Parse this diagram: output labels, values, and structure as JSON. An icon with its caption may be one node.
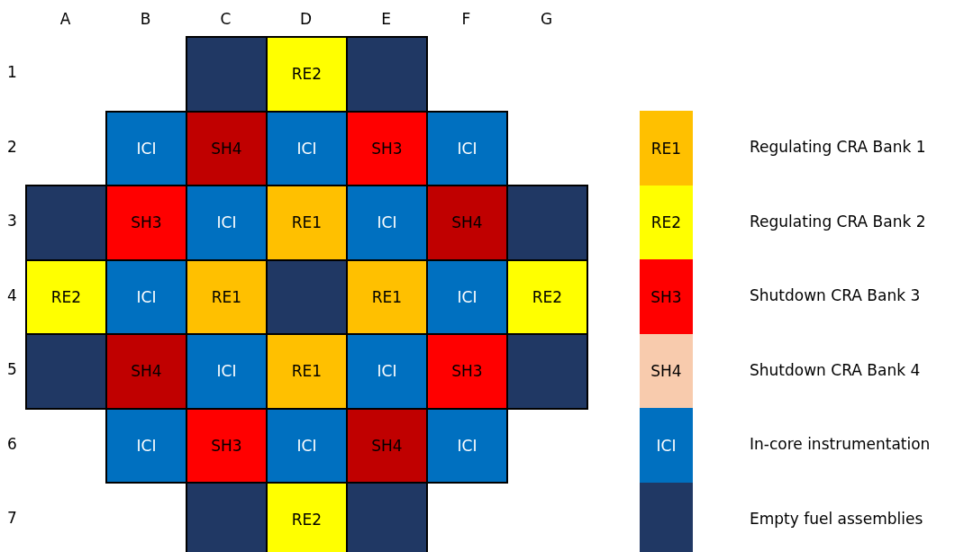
{
  "diagram": {
    "nodes": [
      {
        "text": [],
        "shape": "box"
      },
      {
        "text": [
          "RE2"
        ]
      },
      {
        "text": [],
        "shape": "box"
      },
      {
        "text": [
          "ICI"
        ]
      },
      {
        "text": [
          "SH4"
        ]
      },
      {
        "text": [
          "ICI"
        ]
      },
      {
        "text": [
          "SH3"
        ]
      },
      {
        "text": [
          "ICI"
        ]
      },
      {
        "text": [],
        "shape": "box"
      },
      {
        "text": [
          "SH3"
        ]
      },
      {
        "text": [
          "ICI"
        ]
      },
      {
        "text": [
          "RE1"
        ]
      },
      {
        "text": [
          "ICI"
        ]
      },
      {
        "text": [
          "SH4"
        ]
      },
      {
        "text": [],
        "shape": "box"
      },
      {
        "text": [
          "RE2"
        ]
      },
      {
        "text": [
          "ICI"
        ]
      },
      {
        "text": [
          "RE1"
        ]
      },
      {
        "text": [],
        "shape": "box"
      },
      {
        "text": [
          "RE1"
        ]
      },
      {
        "text": [
          "ICI"
        ]
      },
      {
        "text": [
          "RE2"
        ]
      },
      {
        "text": [],
        "shape": "box"
      },
      {
        "text": [
          "SH4"
        ]
      },
      {
        "text": [
          "ICI"
        ]
      },
      {
        "text": [
          "RE1"
        ]
      },
      {
        "text": [
          "ICI"
        ]
      },
      {
        "text": [
          "SH3"
        ]
      },
      {
        "text": [],
        "shape": "box"
      },
      {
        "text": [
          "ICI"
        ]
      },
      {
        "text": [
          "SH3"
        ]
      },
      {
        "text": [
          "ICI"
        ]
      },
      {
        "text": [
          "SH4"
        ]
      },
      {
        "text": [
          "ICI"
        ]
      },
      {
        "text": [],
        "shape": "box"
      },
      {
        "text": [
          "RE2"
        ]
      },
      {
        "text": [],
        "shape": "box"
      }
    ],
    "labels": [
      "A",
      "B",
      "C",
      "D",
      "E",
      "F",
      "G",
      "1",
      "2",
      "3",
      "4",
      "5",
      "6",
      "7",
      "RE1",
      "RE2",
      "SH3",
      "SH4",
      "ICI"
    ],
    "legend": [
      {
        "text": "Regulating CRA Bank 1",
        "color": "#ffc000"
      },
      {
        "text": "Regulating CRA Bank 2",
        "color": "#ffff00"
      },
      {
        "text": "Shutdown CRA Bank 3",
        "color": "#ff0000"
      },
      {
        "text": "Shutdown CRA Bank 4",
        "color": "#f8cbad"
      },
      {
        "text": "In-core instrumentation",
        "color": "#0070c0"
      },
      {
        "text": "Empty fuel assemblies",
        "color": "#203864"
      }
    ]
  }
}
